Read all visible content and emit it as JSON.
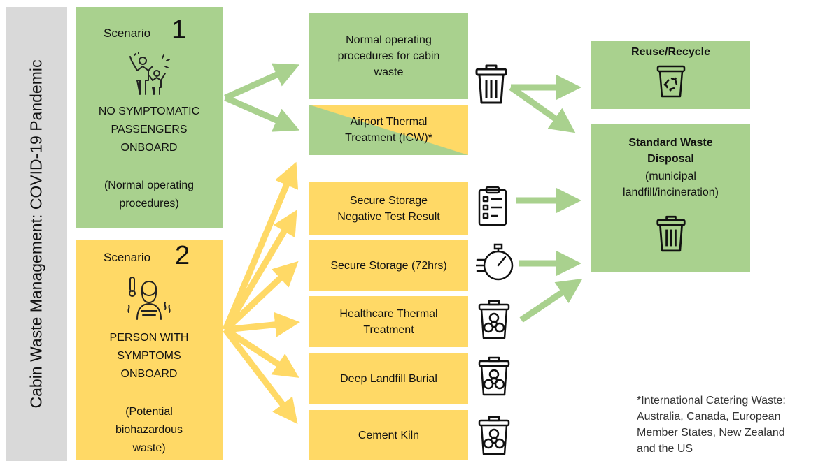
{
  "sidebar_title": "Cabin Waste Management: COVID-19 Pandemic",
  "scenario1": {
    "label": "Scenario",
    "number": "1",
    "icon": "people-celebrating-icon",
    "line1": "NO SYMPTOMATIC",
    "line2": "PASSENGERS",
    "line3": "ONBOARD",
    "note1": "(Normal operating",
    "note2": "procedures)"
  },
  "scenario2": {
    "label": "Scenario",
    "number": "2",
    "icon": "sick-person-thermometer-icon",
    "line1": "PERSON WITH",
    "line2": "SYMPTOMS",
    "line3": "ONBOARD",
    "note1": "(Potential",
    "note2": "biohazardous",
    "note3": "waste)"
  },
  "options": {
    "normal_line1": "Normal operating",
    "normal_line2": "procedures for cabin",
    "normal_line3": "waste",
    "airport_line1": "Airport Thermal",
    "airport_line2": "Treatment (ICW)*",
    "storage_neg_line1": "Secure Storage",
    "storage_neg_line2": "Negative Test Result",
    "storage_72": "Secure Storage (72hrs)",
    "healthcare_line1": "Healthcare Thermal",
    "healthcare_line2": "Treatment",
    "landfill": "Deep Landfill Burial",
    "kiln": "Cement Kiln"
  },
  "outcomes": {
    "reuse": "Reuse/Recycle",
    "standard_title1": "Standard Waste",
    "standard_title2": "Disposal",
    "standard_sub1": "(municipal",
    "standard_sub2": "landfill/incineration)"
  },
  "footnote": {
    "line1": "*International Catering Waste:",
    "line2": "Australia, Canada, European",
    "line3": "Member States, New Zealand",
    "line4": "and the US"
  },
  "icons": [
    "trash-bin-icon",
    "recycle-bin-icon",
    "clipboard-test-icon",
    "stopwatch-icon",
    "biohazard-bin-icon"
  ],
  "colors": {
    "green": "#a9d18e",
    "yellow": "#ffd966",
    "sidebar": "#d9d9d9"
  }
}
